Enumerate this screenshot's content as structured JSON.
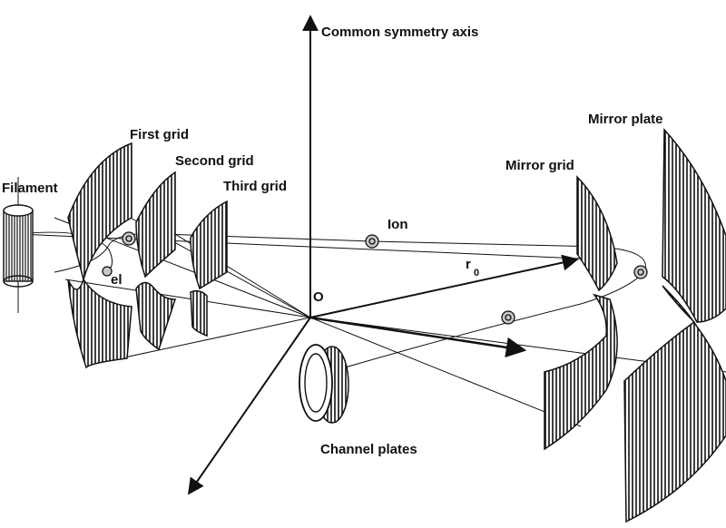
{
  "labels": {
    "axis": "Common symmetry axis",
    "filament": "Filament",
    "first_grid": "First grid",
    "second_grid": "Second grid",
    "third_grid": "Third grid",
    "mirror_grid": "Mirror grid",
    "mirror_plate": "Mirror plate",
    "ion": "Ion",
    "electron": "el",
    "r0": "r",
    "r0_sub": "0",
    "origin": "O",
    "channel_plates": "Channel plates"
  },
  "colors": {
    "ink": "#111111",
    "background": "#ffffff",
    "particle_fill": "#c8c8c8"
  }
}
